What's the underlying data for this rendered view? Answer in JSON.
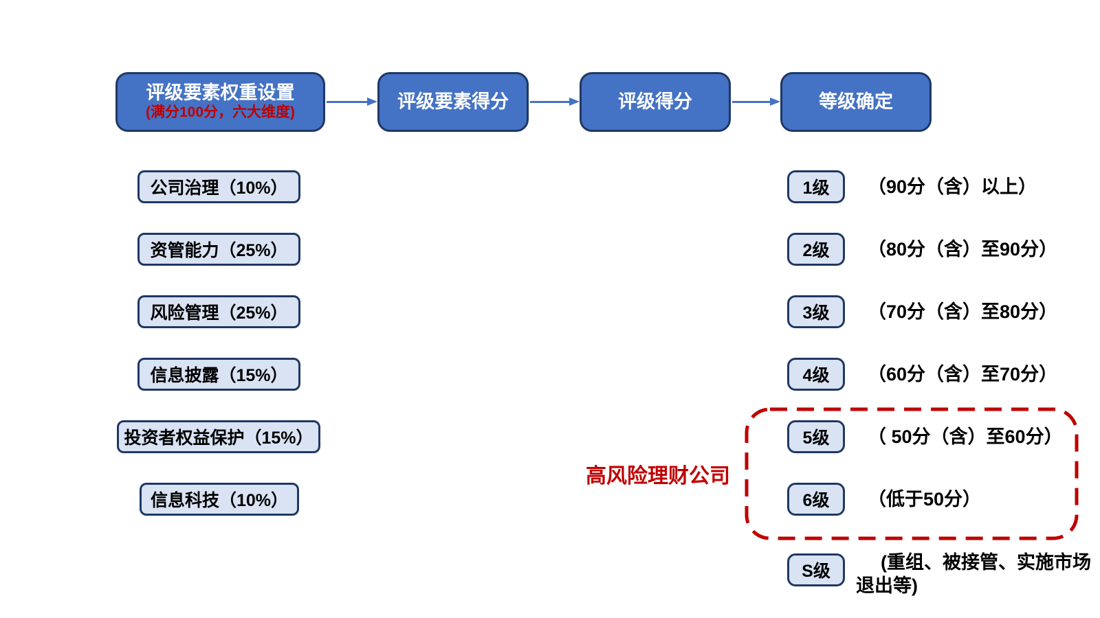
{
  "flow": {
    "steps": [
      {
        "title": "评级要素权重设置",
        "subtitle": "(满分100分，六大维度)"
      },
      {
        "title": "评级要素得分"
      },
      {
        "title": "评级得分"
      },
      {
        "title": "等级确定"
      }
    ]
  },
  "factors": [
    "公司治理（10%）",
    "资管能力（25%）",
    "风险管理（25%）",
    "信息披露（15%）",
    "投资者权益保护（15%）",
    "信息科技（10%）"
  ],
  "grades": [
    {
      "level": "1级",
      "range": "（90分（含）以上）"
    },
    {
      "level": "2级",
      "range": "（80分（含）至90分）"
    },
    {
      "level": "3级",
      "range": "（70分（含）至80分）"
    },
    {
      "level": "4级",
      "range": "（60分（含）至70分）"
    },
    {
      "level": "5级",
      "range": "（ 50分（含）至60分）"
    },
    {
      "level": "6级",
      "range": "（低于50分）"
    },
    {
      "level": "S级",
      "range": "(重组、被接管、实施市场退出等)"
    }
  ],
  "high_risk_label": "高风险理财公司",
  "colors": {
    "step_fill": "#4472C4",
    "step_border": "#1F3864",
    "box_fill": "#DAE3F3",
    "box_border": "#1F3864",
    "arrow": "#4472C4",
    "red": "#C00000",
    "subtitle_red": "#C00000"
  }
}
